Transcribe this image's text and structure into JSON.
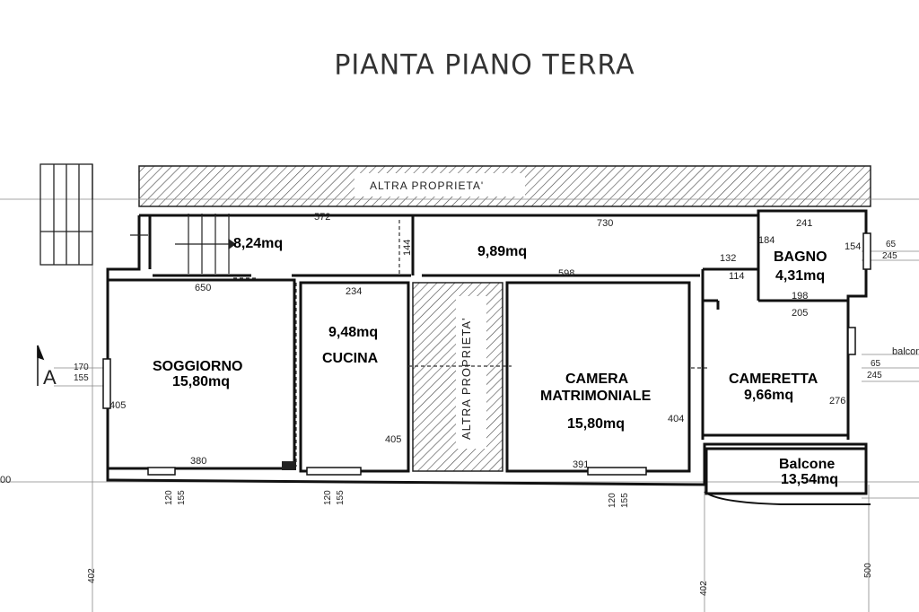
{
  "title": "PIANTA PIANO TERRA",
  "altra_proprieta_top": "ALTRA PROPRIETA'",
  "altra_proprieta_mid": "ALTRA PROPRIETA'",
  "section_marker": "A",
  "rooms": {
    "ingresso": {
      "area": "8,24mq"
    },
    "corridoio": {
      "area": "9,89mq"
    },
    "bagno": {
      "name": "BAGNO",
      "area": "4,31mq"
    },
    "cucina": {
      "name": "CUCINA",
      "area": "9,48mq"
    },
    "soggiorno": {
      "name": "SOGGIORNO",
      "area": "15,80mq"
    },
    "camera": {
      "name1": "CAMERA",
      "name2": "MATRIMONIALE",
      "area": "15,80mq"
    },
    "cameretta": {
      "name": "CAMERETTA",
      "area": "9,66mq"
    },
    "balcone": {
      "name": "Balcone",
      "area": "13,54mq"
    }
  },
  "dims": {
    "d572": "572",
    "d730": "730",
    "d241": "241",
    "d184": "184",
    "d154": "154",
    "d65a": "65",
    "d245a": "245",
    "d144": "144",
    "d132": "132",
    "d114": "114",
    "d598": "598",
    "d650": "650",
    "d234": "234",
    "d198": "198",
    "d205": "205",
    "d170": "170",
    "d155a": "155",
    "d405a": "405",
    "d405b": "405",
    "d404": "404",
    "d276": "276",
    "d65b": "65",
    "d245b": "245",
    "d380": "380",
    "d391": "391",
    "d120a": "120",
    "d155b": "155",
    "d120b": "120",
    "d155c": "155",
    "d120c": "120",
    "d155d": "155",
    "d402a": "402",
    "d402b": "402",
    "d500": "500",
    "d00": "00",
    "balcon": "balcon"
  }
}
